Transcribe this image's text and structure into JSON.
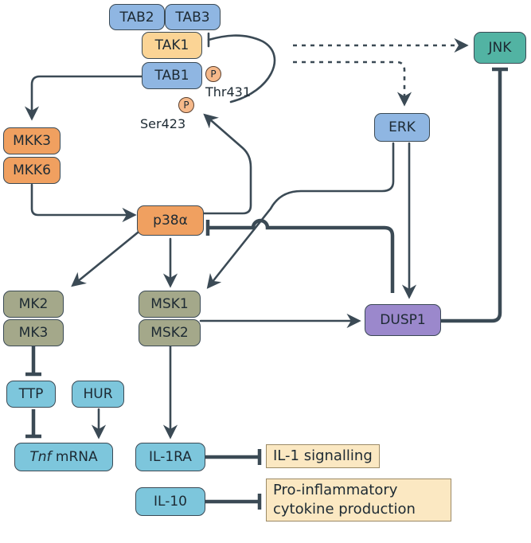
{
  "nodes": {
    "tab2": "TAB2",
    "tab3": "TAB3",
    "tak1": "TAK1",
    "tab1": "TAB1",
    "mkk3": "MKK3",
    "mkk6": "MKK6",
    "p38a": "p38α",
    "mk2": "MK2",
    "mk3": "MK3",
    "msk1": "MSK1",
    "msk2": "MSK2",
    "ttp": "TTP",
    "hur": "HUR",
    "tnf_gene": "Tnf",
    "tnf_suffix": " mRNA",
    "il1ra": "IL-1RA",
    "il10": "IL-10",
    "erk": "ERK",
    "jnk": "JNK",
    "dusp1": "DUSP1"
  },
  "phospho": {
    "symbol": "P",
    "site_thr": "Thr431",
    "site_ser": "Ser423"
  },
  "outcomes": {
    "il1_signalling": "IL-1 signalling",
    "proinflammatory_line1": "Pro-inflammatory",
    "proinflammatory_line2": "cytokine production"
  },
  "colors": {
    "tab_blue": "#8fb6e2",
    "tak1_yellow": "#fbd495",
    "kinase_orange": "#f0a060",
    "mk_olive": "#a4a88a",
    "rna_cyan": "#7dc6dc",
    "jnk_teal": "#52b3a3",
    "dusp1_purple": "#9b88cc",
    "outcome_box": "#fbe8c2",
    "arrow": "#3b4a55"
  }
}
